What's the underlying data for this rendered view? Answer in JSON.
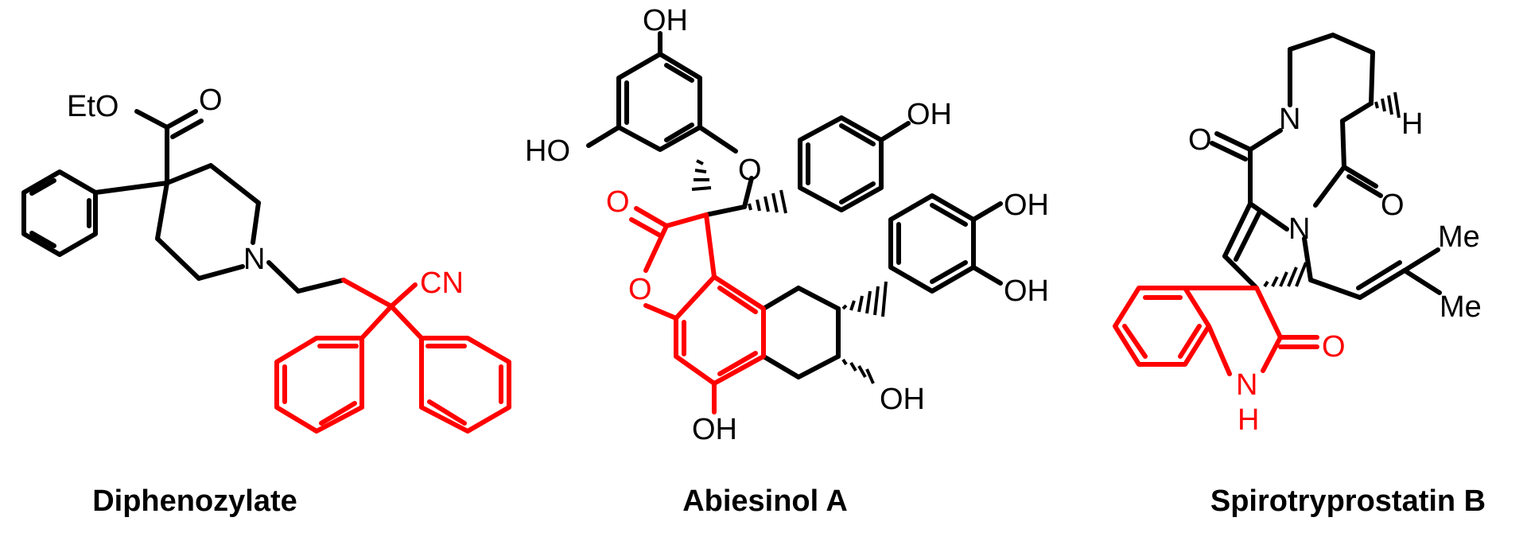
{
  "colors": {
    "bond": "#000000",
    "highlight": "#ff0000",
    "background": "#ffffff"
  },
  "molecules": [
    {
      "name": "Diphenozylate",
      "atoms": {
        "eto": "EtO",
        "o": "O",
        "n": "N",
        "cn": "CN"
      }
    },
    {
      "name": "Abiesinol A",
      "atoms": {
        "oh_top": "OH",
        "ho_left": "HO",
        "o_ring": "O",
        "oh_phenol": "OH",
        "o_carbonyl": "O",
        "o_lactone": "O",
        "oh_cat1": "OH",
        "oh_cat2": "OH",
        "oh_ring": "OH",
        "oh_bottom": "OH"
      }
    },
    {
      "name": "Spirotryprostatin B",
      "atoms": {
        "n1": "N",
        "h": "H",
        "o1": "O",
        "o2": "O",
        "n2": "N",
        "me1": "Me",
        "me2": "Me",
        "o3": "O",
        "nh_n": "N",
        "nh_h": "H"
      }
    }
  ]
}
